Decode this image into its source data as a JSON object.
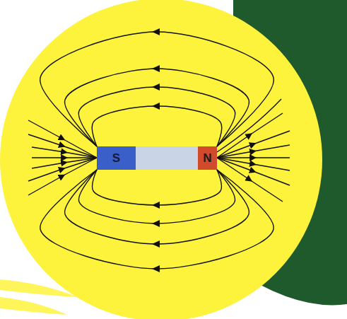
{
  "diagram": {
    "nodes": [
      {
        "text": [
          "S"
        ]
      },
      {
        "text": [
          "N"
        ]
      }
    ],
    "edges": [
      {
        "from": 1,
        "to": 0,
        "arrow": "to"
      },
      {
        "from": 1,
        "to": 0,
        "arrow": "to"
      },
      {
        "from": 1,
        "to": 0,
        "arrow": "to"
      },
      {
        "from": 1,
        "to": 0,
        "arrow": "to"
      },
      {
        "from": 1,
        "to": 0,
        "arrow": "to"
      },
      {
        "from": 1,
        "to": 0,
        "arrow": "to"
      },
      {
        "from": 1,
        "to": 0,
        "arrow": "to"
      },
      {
        "from": 1,
        "to": 0,
        "arrow": "to"
      }
    ]
  }
}
